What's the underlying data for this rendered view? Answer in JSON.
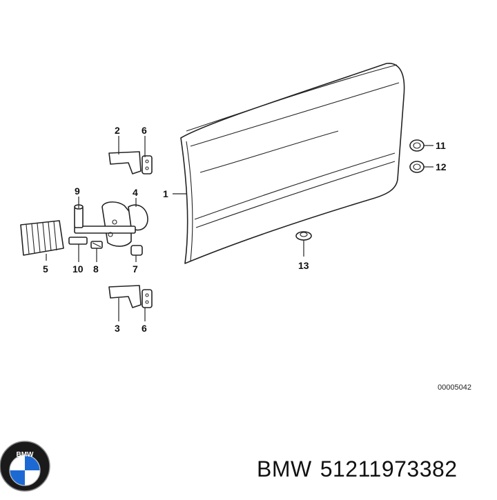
{
  "callouts": {
    "c1": "1",
    "c2": "2",
    "c3": "3",
    "c4": "4",
    "c5": "5",
    "c6_top": "6",
    "c6_bottom": "6",
    "c7": "7",
    "c8": "8",
    "c9": "9",
    "c10": "10",
    "c11": "11",
    "c12": "12",
    "c13": "13"
  },
  "diagram_code": "00005042",
  "brand": {
    "name": "BMW",
    "part_number": "51211973382",
    "logo_text": "BMW"
  },
  "colors": {
    "line": "#222222",
    "logo_blue": "#1c69d4",
    "logo_ring": "#1a1a1a"
  }
}
